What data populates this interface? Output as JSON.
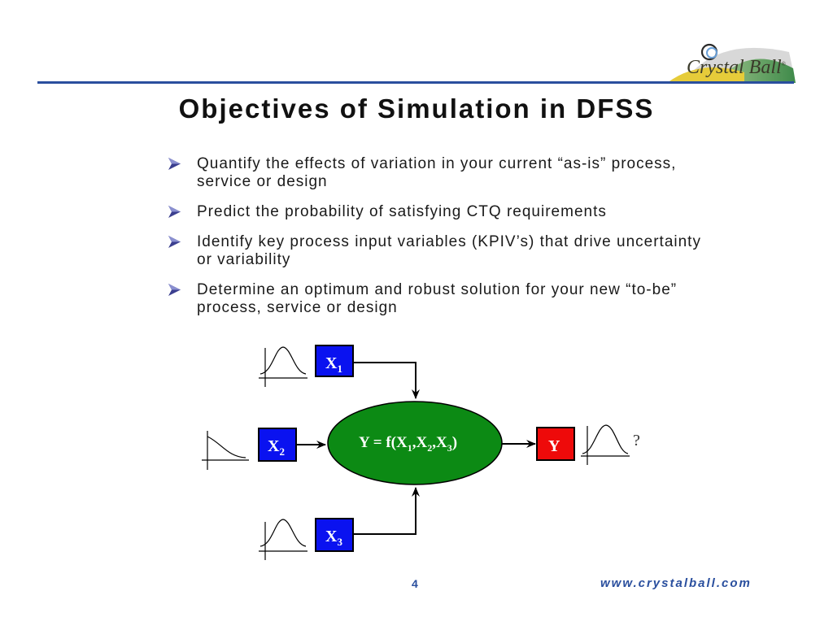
{
  "slide": {
    "title": "Objectives of Simulation in DFSS",
    "page_number": "4",
    "footer_url": "www.crystalball.com",
    "logo_text": "Crystal Ball",
    "logo_mark": "®"
  },
  "bullets": [
    {
      "text": "Quantify the effects of variation in your current “as-is” process, service or design"
    },
    {
      "text": "Predict the probability of satisfying CTQ requirements"
    },
    {
      "text": "Identify key process input variables (KPIV’s) that drive uncertainty or variability"
    },
    {
      "text": "Determine an optimum and robust solution for your new “to-be” process, service or design"
    }
  ],
  "diagram": {
    "inputs": [
      {
        "label": "X",
        "sub": "1",
        "distribution": "normal"
      },
      {
        "label": "X",
        "sub": "2",
        "distribution": "decaying"
      },
      {
        "label": "X",
        "sub": "3",
        "distribution": "normal"
      }
    ],
    "function": {
      "prefix": "Y = f(X",
      "s1": "1",
      "mid1": ",X",
      "s2": "2",
      "mid2": ",X",
      "s3": "3",
      "suffix": ")"
    },
    "output": {
      "label": "Y",
      "distribution": "normal",
      "annotation": "?"
    }
  },
  "colors": {
    "input_box": "#0a12f0",
    "function_ellipse": "#0c8a14",
    "output_box": "#ee0a0a",
    "accent_blue": "#2a4f9e"
  }
}
